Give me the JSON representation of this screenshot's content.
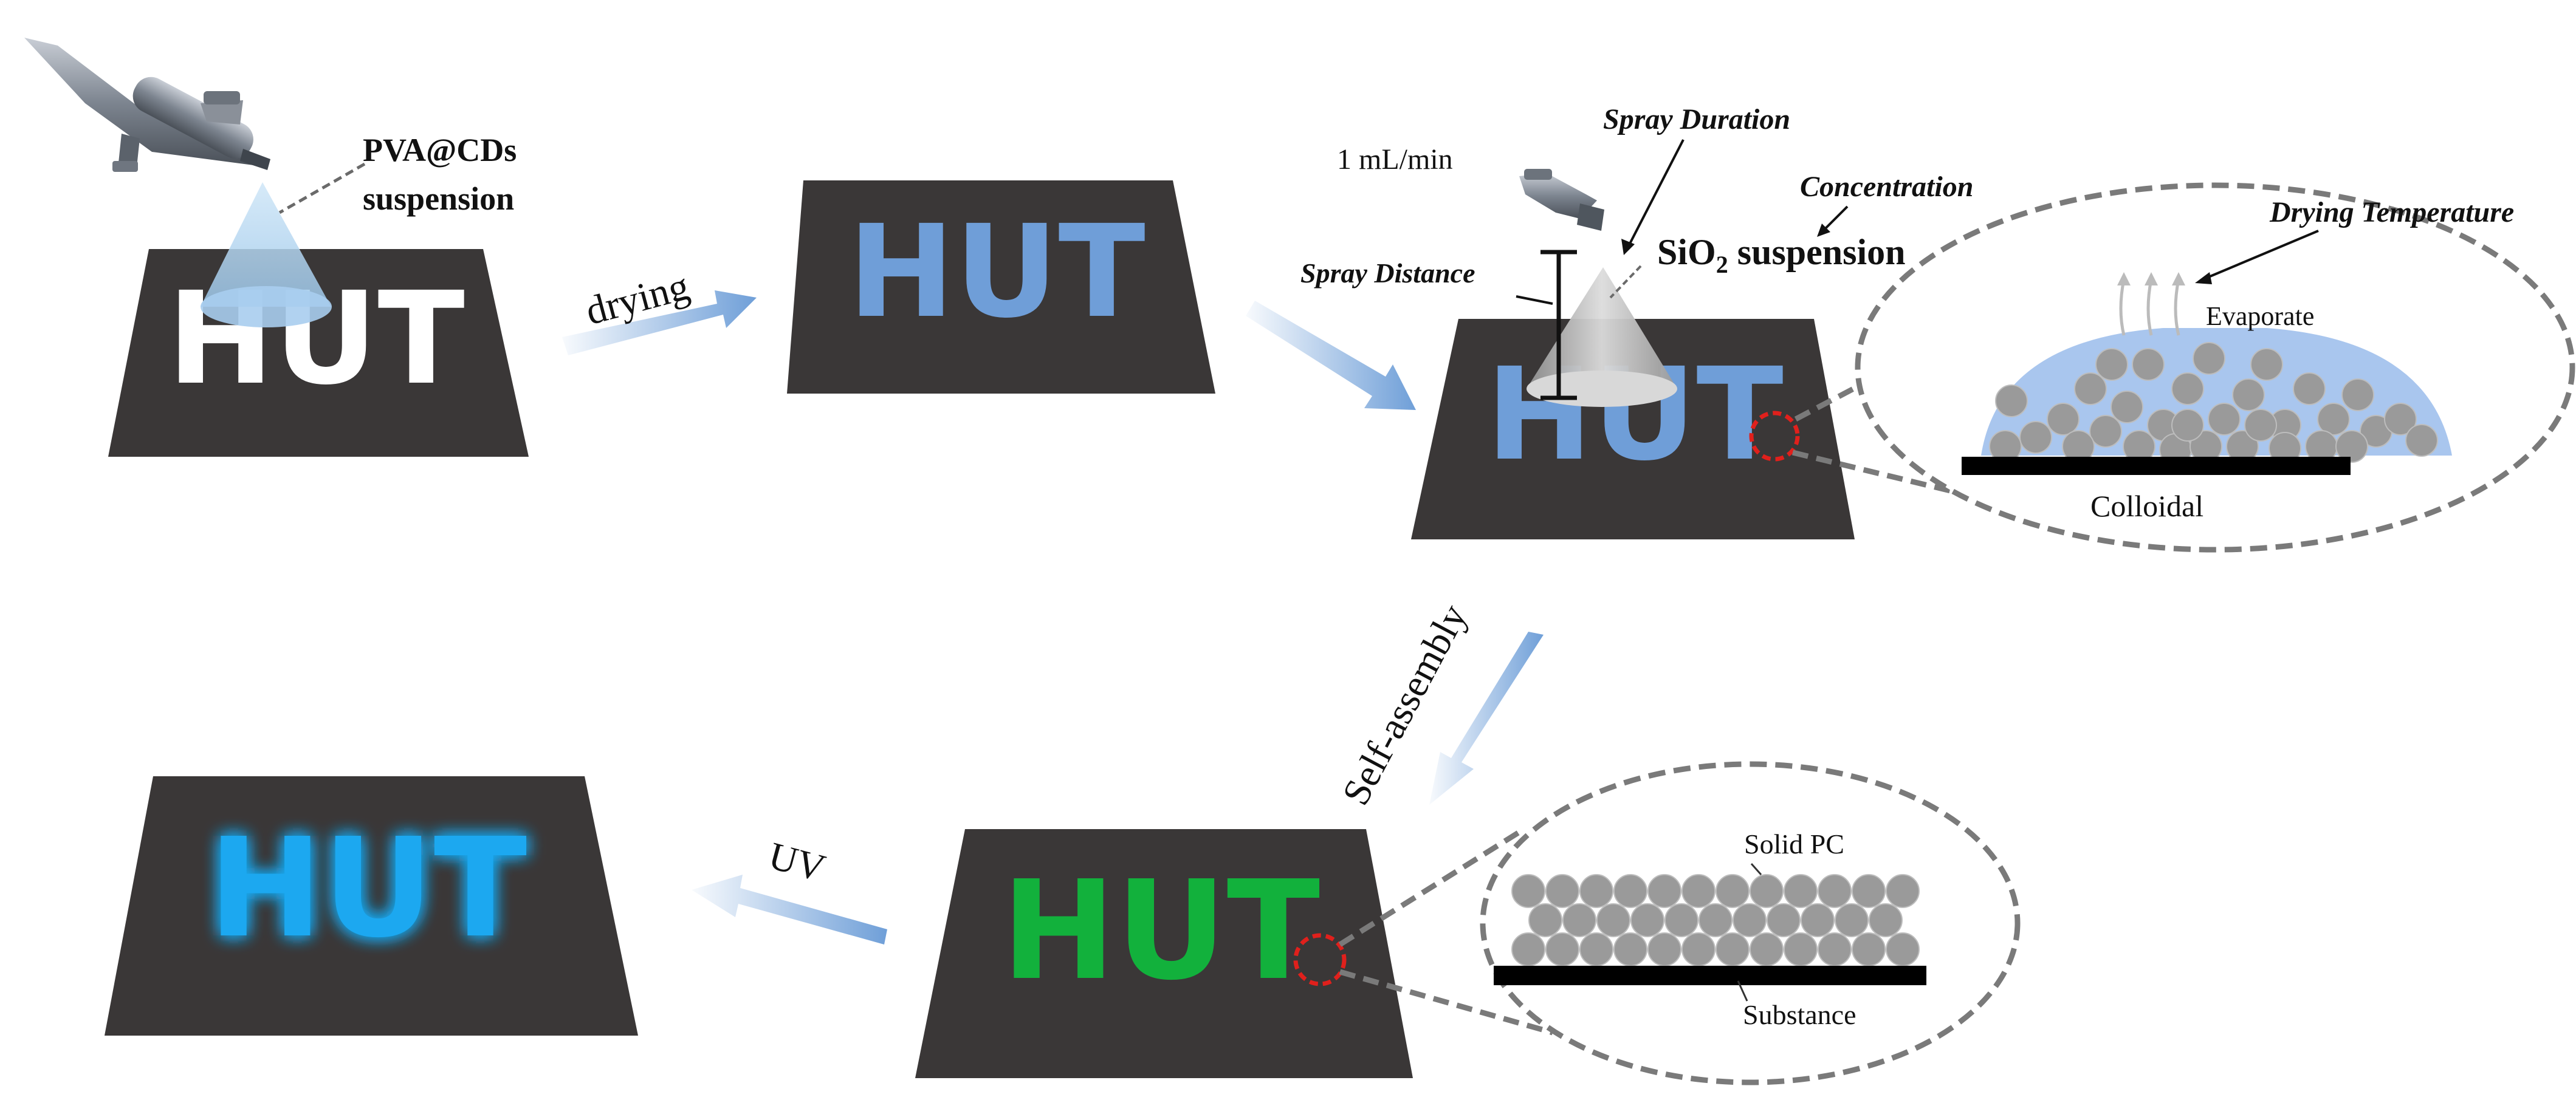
{
  "board_text": "HUT",
  "labels": {
    "pva_line1": "PVA@CDs",
    "pva_line2": "suspension",
    "drying": "drying",
    "flow_rate": "1 mL/min",
    "spray_duration": "Spray Duration",
    "concentration": "Concentration",
    "drying_temperature": "Drying Temperature",
    "spray_distance": "Spray Distance",
    "sio2_prefix": "SiO",
    "sio2_sub": "2",
    "sio2_suffix": " suspension",
    "evaporate": "Evaporate",
    "colloidal": "Colloidal",
    "self_assembly": "Self-assembly",
    "uv": "UV",
    "solid_pc": "Solid PC",
    "substance": "Substance"
  },
  "colors": {
    "board": "#3a3737",
    "text_white": "#ffffff",
    "text_lightblue": "#6f9ed8",
    "text_green": "#12b13c",
    "text_glow": "#1aa8f0",
    "arrow": "#6f9fd8",
    "sphere": "#9a9a9a",
    "droplet": "#a9c6ee",
    "dashed": "#7a7a7a",
    "red_circle": "#e0201c"
  },
  "icons": [
    "airbrush-icon",
    "spray-nozzle-icon"
  ]
}
